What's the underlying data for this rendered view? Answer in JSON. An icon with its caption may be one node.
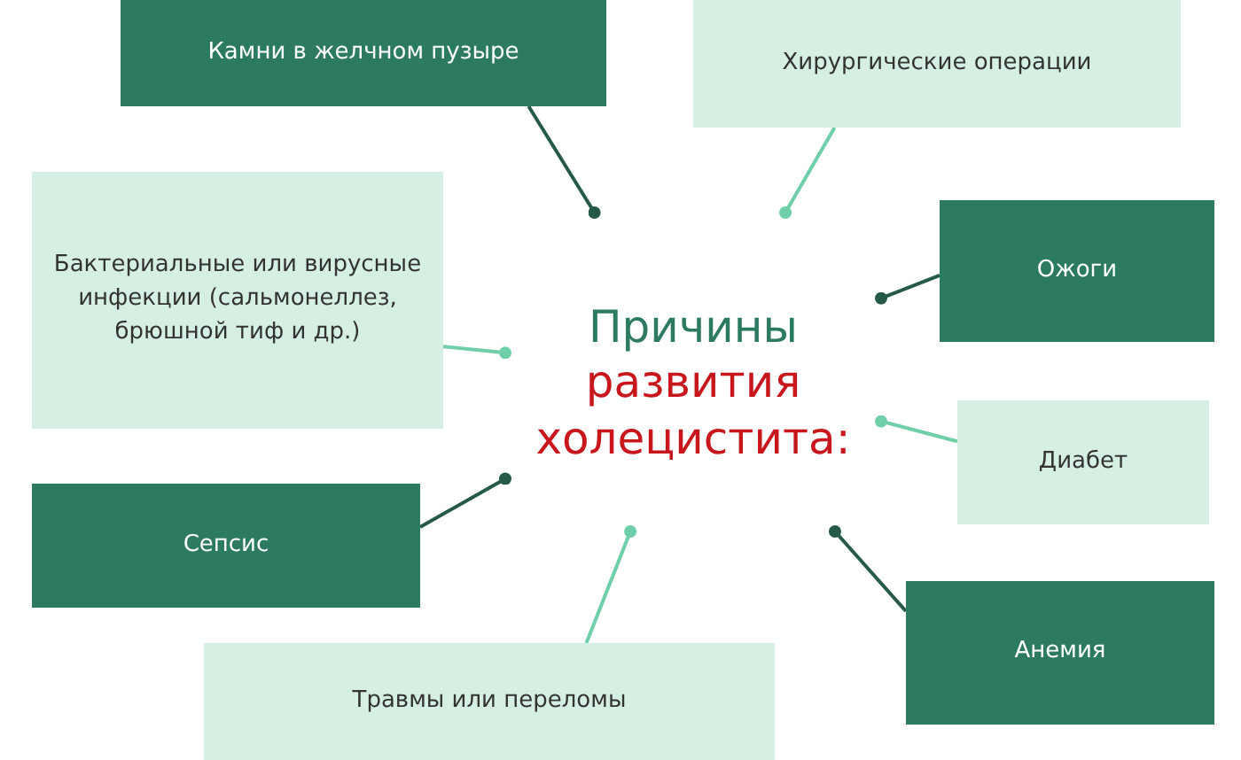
{
  "diagram": {
    "nodes": [
      {
        "text": [
          "Причины",
          "развития холецистита:"
        ]
      },
      {
        "text": [
          "Камни в желчном пузыре"
        ]
      },
      {
        "text": [
          "Хирургические операции"
        ]
      },
      {
        "text": [
          "Бактериальные или вирусные инфекции (сальмонеллез, брюшной тиф и др.)"
        ]
      },
      {
        "text": [
          "Ожоги"
        ]
      },
      {
        "text": [
          "Диабет"
        ]
      },
      {
        "text": [
          "Сепсис"
        ]
      },
      {
        "text": [
          "Анемия"
        ]
      },
      {
        "text": [
          "Травмы или переломы"
        ]
      }
    ],
    "edges": [
      {
        "from": 1,
        "to": 0,
        "arrow": "other"
      },
      {
        "from": 2,
        "to": 0,
        "arrow": "other",
        "color": "#6fcfa8"
      },
      {
        "from": 3,
        "to": 0,
        "arrow": "other",
        "color": "#6fcfa8"
      },
      {
        "from": 4,
        "to": 0,
        "arrow": "other"
      },
      {
        "from": 5,
        "to": 0,
        "arrow": "other",
        "color": "#6fcfa8"
      },
      {
        "from": 6,
        "to": 0,
        "arrow": "other"
      },
      {
        "from": 7,
        "to": 0,
        "arrow": "other"
      },
      {
        "from": 8,
        "to": 0,
        "arrow": "other",
        "color": "#6fcfa8"
      }
    ]
  }
}
